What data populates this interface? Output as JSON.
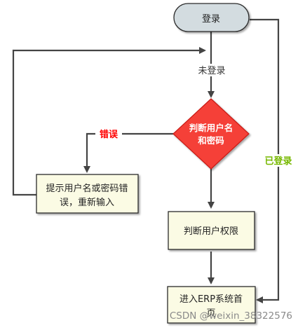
{
  "nodes": {
    "start": "登录",
    "decision_line1": "判断用户名",
    "decision_line2": "和密码",
    "error_line1": "提示用户名或密码错",
    "error_line2": "误，重新输入",
    "permission": "判断用户权限",
    "enter_line1": "进入ERP系统首",
    "enter_line2": "页"
  },
  "edges": {
    "not_logged_in": "未登录",
    "error": "错误",
    "logged_in": "已登录"
  },
  "colors": {
    "start_fill": "#d3dce0",
    "box_fill": "#fbfbe4",
    "decision_fill": "#f53f38",
    "line": "#444444",
    "error_label": "#ff0000",
    "logged_in_label": "#77b800"
  },
  "watermark": "CSDN @weixin_38322576"
}
